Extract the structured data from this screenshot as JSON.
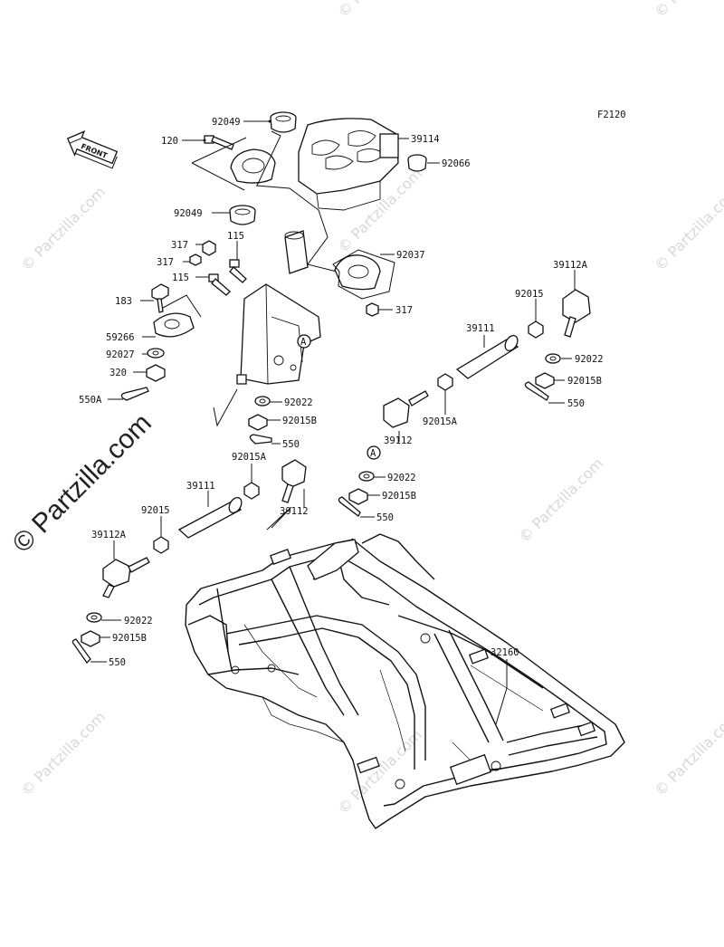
{
  "diagram_code": "F2120",
  "front_label": "FRONT",
  "reference_marks": [
    "A",
    "A",
    "A"
  ],
  "watermark": "© Partzilla.com",
  "labels": {
    "p120": "120",
    "p92049a": "92049",
    "p39114": "39114",
    "p92066": "92066",
    "p92049b": "92049",
    "p115a": "115",
    "p317a": "317",
    "p317b": "317",
    "p92037": "92037",
    "p115b": "115",
    "p183": "183",
    "p317c": "317",
    "p59266": "59266",
    "p92027": "92027",
    "p320": "320",
    "p550A": "550A",
    "p39112A_r": "39112A",
    "p92015_r": "92015",
    "p39111_r": "39111",
    "p92022_r": "92022",
    "p92015B_r": "92015B",
    "p550_r": "550",
    "p92015A_r": "92015A",
    "p39112_r": "39112",
    "p92022_m": "92022",
    "p92015B_m": "92015B",
    "p550_m": "550",
    "p92022_c": "92022",
    "p92015B_c": "92015B",
    "p550_c": "550",
    "p92015A_l": "92015A",
    "p39111_l": "39111",
    "p39112_l": "39112",
    "p92015_l": "92015",
    "p39112A_l": "39112A",
    "p92022_l": "92022",
    "p92015B_l": "92015B",
    "p550_l": "550",
    "p32160": "32160"
  }
}
